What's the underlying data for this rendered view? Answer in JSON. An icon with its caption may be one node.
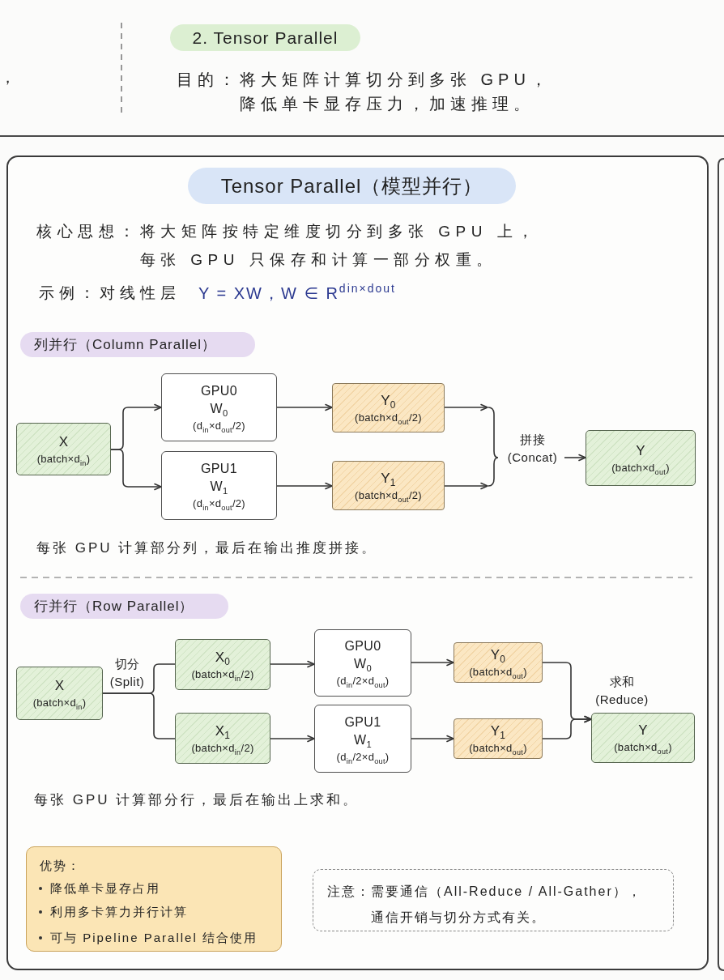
{
  "diagram": {
    "nodes": [
      {
        "text": [
          "2. Tensor Parallel"
        ]
      },
      {
        "text": [],
        "shape": "box"
      },
      {
        "text": [
          "Tensor Parallel（模型并行）"
        ],
        "in": 1
      },
      {
        "text": [
          "列并行（Column Parallel）"
        ],
        "in": 1
      },
      {
        "text": [
          "X",
          "(batch×d$_{in}$)"
        ],
        "in": 1
      },
      {
        "text": [
          "GPU0",
          "W$_{0}$",
          "(d$_{in}$×d$_{out}$/2)"
        ],
        "in": 1
      },
      {
        "text": [
          "GPU1",
          "W$_{1}$",
          "(d$_{in}$×d$_{out}$/2)"
        ],
        "in": 1
      },
      {
        "text": [
          "Y$_{0}$",
          "(batch×d$_{out}$/2)"
        ],
        "in": 1
      },
      {
        "text": [
          "Y$_{1}$",
          "(batch×d$_{out}$/2)"
        ],
        "in": 1
      },
      {
        "text": [
          "拼接 (Concat)"
        ],
        "in": 1
      },
      {
        "text": [
          "Y",
          "(batch×d$_{out}$)"
        ],
        "in": 1
      },
      {
        "text": [
          "行并行（Row Parallel）"
        ],
        "in": 1
      },
      {
        "text": [
          "X",
          "(batch×d$_{in}$)"
        ],
        "in": 1
      },
      {
        "text": [
          "X$_{0}$",
          "(batch×d$_{in}$/2)"
        ],
        "in": 1
      },
      {
        "text": [
          "X$_{1}$",
          "(batch×d$_{in}$/2)"
        ],
        "in": 1
      },
      {
        "text": [
          "GPU0",
          "W$_{0}$",
          "(d$_{in}$/2×d$_{out}$)"
        ],
        "in": 1
      },
      {
        "text": [
          "GPU1",
          "W$_{1}$",
          "(d$_{in}$/2×d$_{out}$)"
        ],
        "in": 1
      },
      {
        "text": [
          "Y$_{0}$",
          "(batch×d$_{out}$)"
        ],
        "in": 1
      },
      {
        "text": [
          "Y$_{1}$",
          "(batch×d$_{out}$)"
        ],
        "in": 1
      },
      {
        "text": [
          "Y",
          "(batch×d$_{out}$)"
        ],
        "in": 1
      },
      {
        "text": [
          "优势：",
          "降低单卡显存占用",
          "利用多卡算力并行计算",
          "可与 Pipeline Parallel 结合使用"
        ],
        "in": 1
      },
      {
        "text": [
          "注意：需要通信（All-Reduce / All-Gather），通信开销与切分方式有关。"
        ],
        "in": 1
      }
    ],
    "edges": [
      {
        "from": 4,
        "to": 5,
        "arrow": "to"
      },
      {
        "from": 4,
        "to": 6,
        "arrow": "to"
      },
      {
        "from": 5,
        "to": 7,
        "arrow": "to"
      },
      {
        "from": 6,
        "to": 8,
        "arrow": "to"
      },
      {
        "from": 7,
        "to": 9,
        "arrow": "to"
      },
      {
        "from": 8,
        "to": 9,
        "arrow": "to"
      },
      {
        "from": 9,
        "to": 10,
        "arrow": "to"
      },
      {
        "from": 12,
        "to": 13,
        "arrow": "none",
        "label": "切分 (Split)"
      },
      {
        "from": 12,
        "to": 14,
        "arrow": "none"
      },
      {
        "from": 13,
        "to": 15,
        "arrow": "to"
      },
      {
        "from": 14,
        "to": 16,
        "arrow": "to"
      },
      {
        "from": 15,
        "to": 17,
        "arrow": "to"
      },
      {
        "from": 16,
        "to": 18,
        "arrow": "to"
      },
      {
        "from": 17,
        "to": 19,
        "arrow": "to",
        "label": "求和 (Reduce)"
      },
      {
        "from": 18,
        "to": 19,
        "arrow": "to"
      }
    ],
    "labels": [
      "，",
      "目的：将大矩阵计算切分到多张 GPU，降低单卡显存压力，加速推理。",
      "核心思想：将大矩阵按特定维度切分到多张 GPU 上，每张 GPU 只保存和计算一部分权重。",
      "示例：对线性层",
      "Y = XW，W ∈ R$^{din×dout}$",
      "每张 GPU 计算部分列，最后在输出推度拼接。",
      "每张 GPU 计算部分行，最后在输出上求和。"
    ]
  }
}
